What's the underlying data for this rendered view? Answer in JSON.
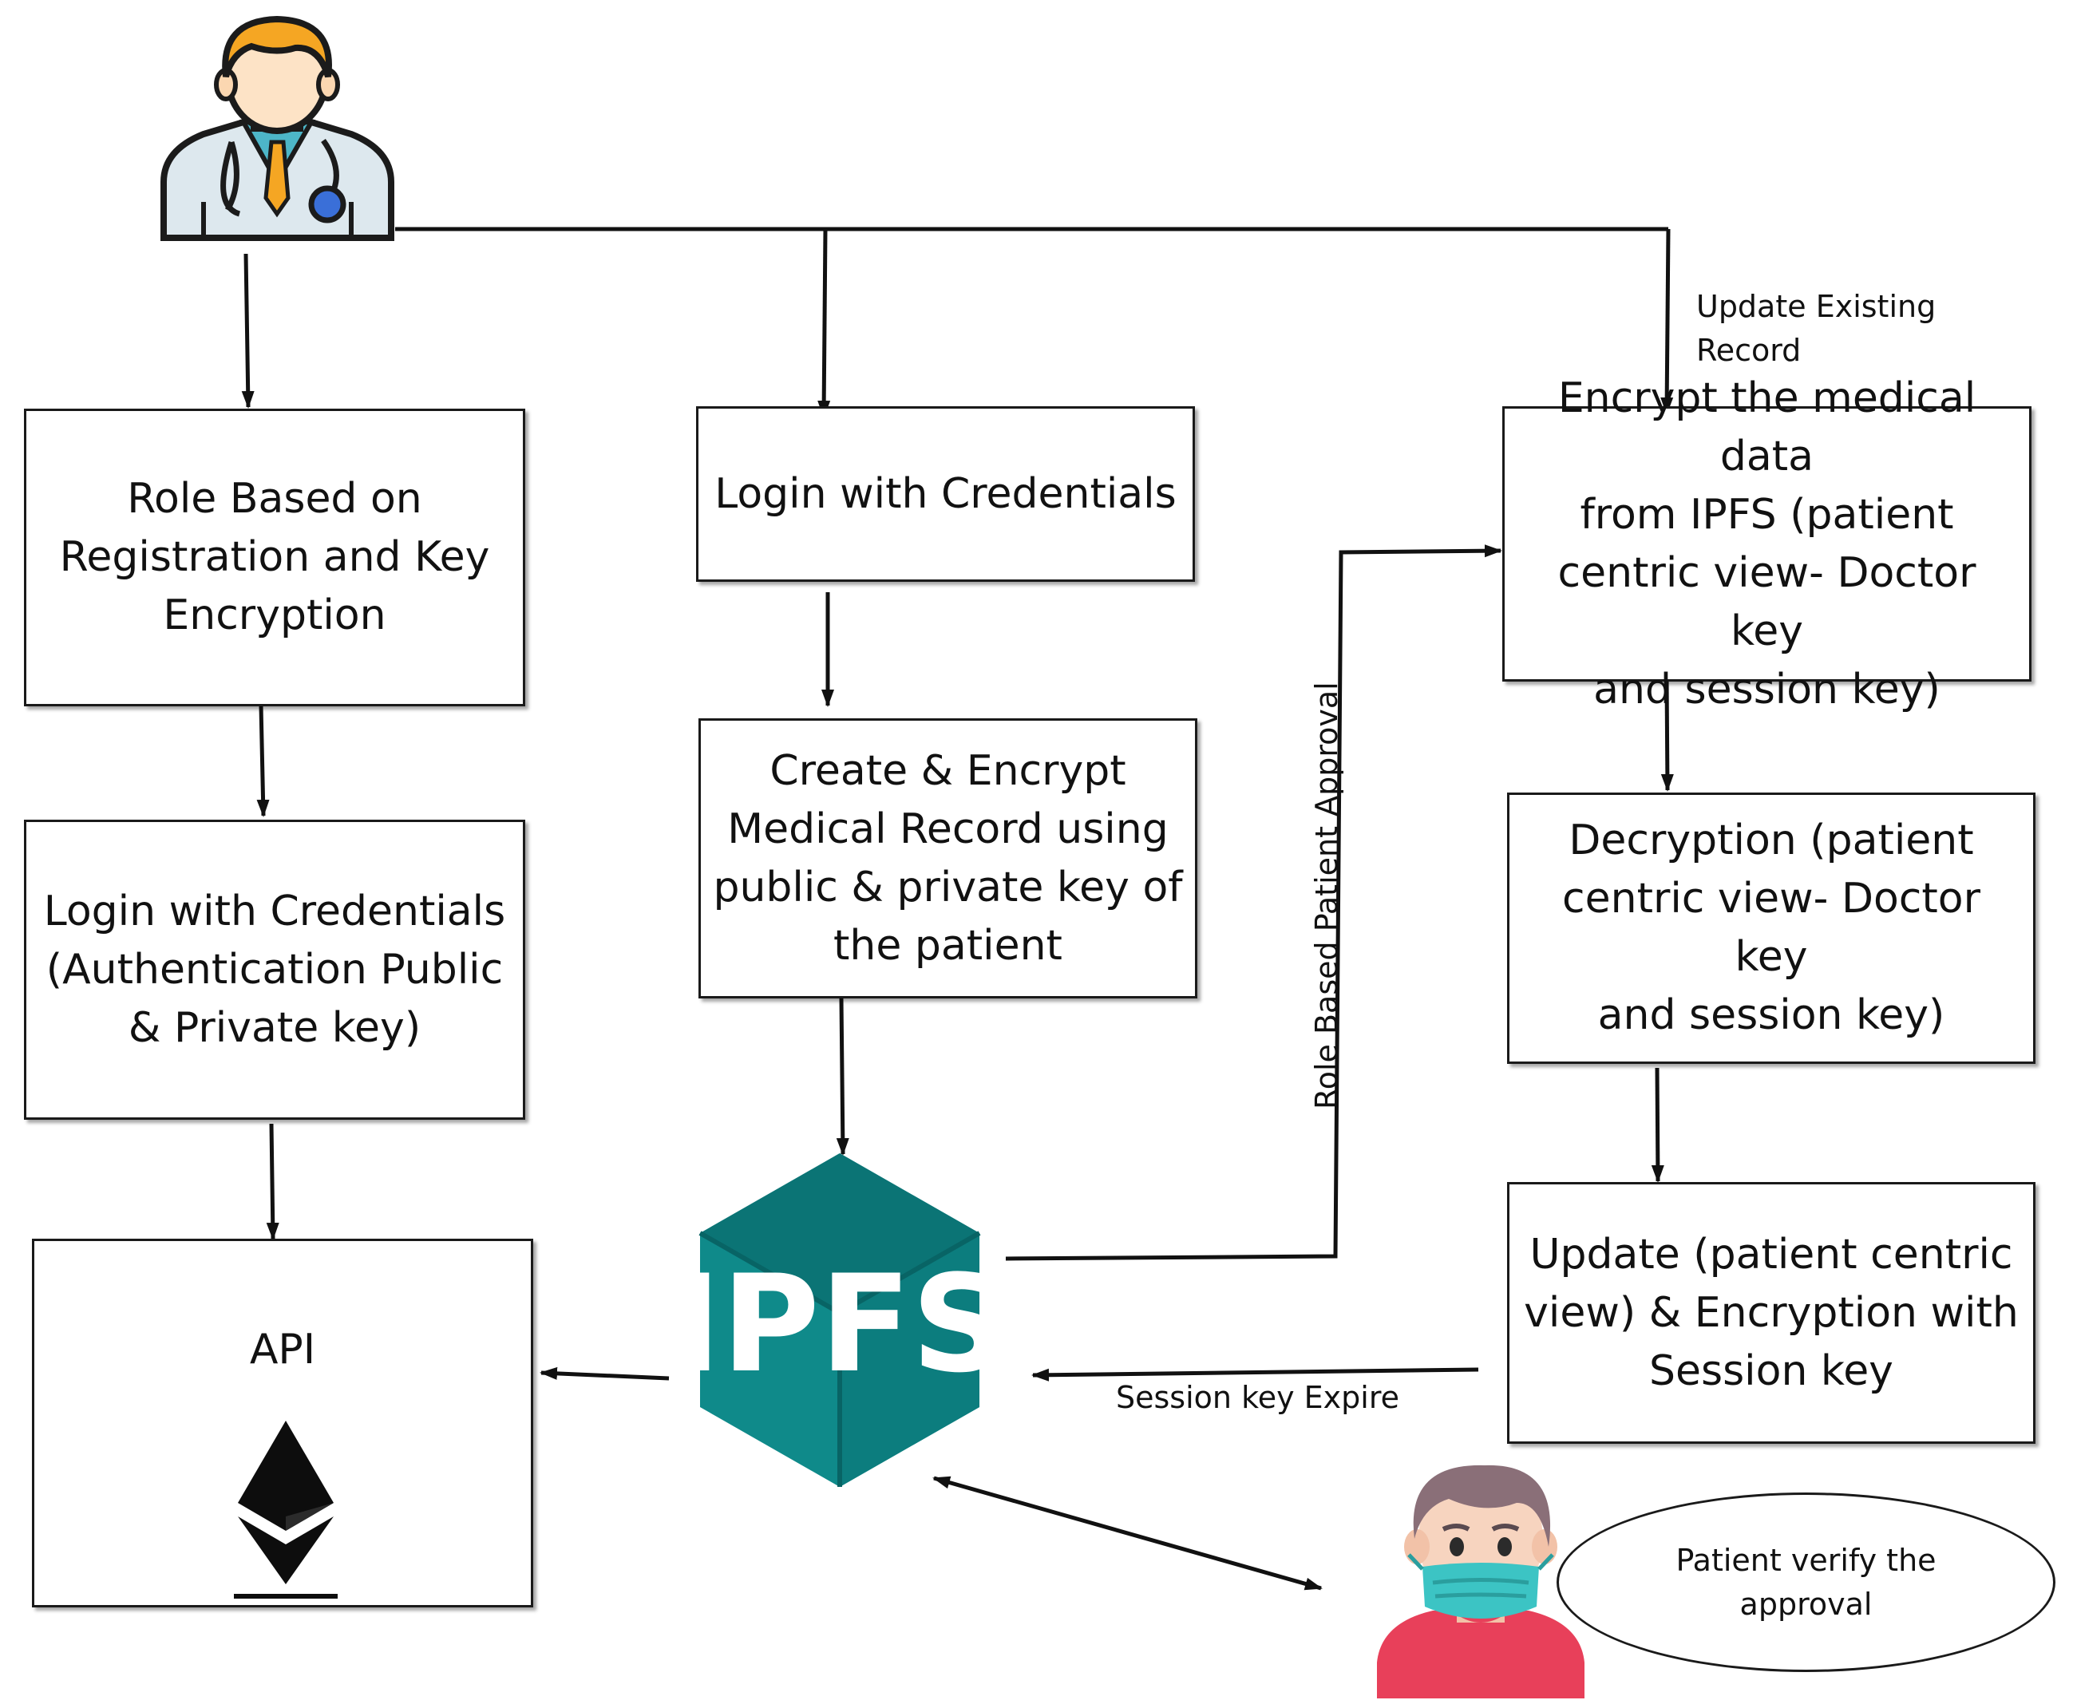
{
  "boxes": {
    "role_registration": [
      "Role Based on",
      "Registration and Key",
      "Encryption"
    ],
    "login_auth": [
      "Login with Credentials",
      "(Authentication Public",
      "& Private key)"
    ],
    "api": "API",
    "login_center": "Login with Credentials",
    "create_encrypt": [
      "Create & Encrypt",
      "Medical Record using",
      "public & private key of",
      "the patient"
    ],
    "encrypt_ipfs": [
      "Encrypt the medical data",
      "from IPFS (patient",
      "centric view- Doctor key",
      "and session key)"
    ],
    "decryption": [
      "Decryption (patient",
      "centric view- Doctor key",
      "and session key)"
    ],
    "update": [
      "Update  (patient centric",
      "view) & Encryption with",
      "Session key"
    ]
  },
  "labels": {
    "update_existing": [
      "Update Existing",
      "Record"
    ],
    "role_based_approval": "Role Based Patient Approval",
    "session_expire": "Session key Expire"
  },
  "ipfs_logo_text": "IPFS",
  "patient_bubble": [
    "Patient verify the",
    "approval"
  ],
  "colors": {
    "ipfs_teal": "#0f8a8a",
    "ipfs_teal_dark": "#0b6f70",
    "doctor_hair": "#f5a623",
    "patient_mask": "#3cc4c4",
    "patient_shirt": "#e8405a"
  },
  "icons": [
    "doctor-icon",
    "patient-icon",
    "ethereum-icon",
    "ipfs-logo"
  ]
}
